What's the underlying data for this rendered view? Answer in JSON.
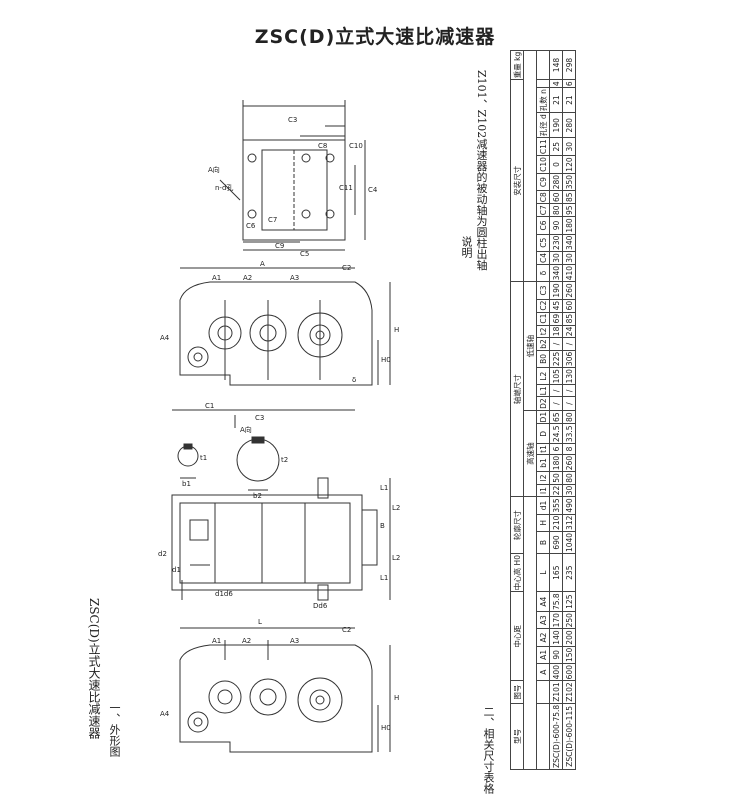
{
  "title": "ZSC(D)立式大速比减速器",
  "doc": {
    "left_heading": "ZSC(D)立式大速比减速器",
    "section1": "一、外形图",
    "section2": "二、相关尺寸表格"
  },
  "note": {
    "label": "说明",
    "text": "Z101、Z102减速器的被动轴为圆柱出轴"
  },
  "dim_labels": {
    "c3": "C3",
    "c8": "C8",
    "c10": "C10",
    "c11": "C11",
    "c4": "C4",
    "c6": "C6",
    "c7": "C7",
    "c5": "C5",
    "c9": "C9",
    "n_d": "n-d孔",
    "a_view": "A向",
    "a1": "A1",
    "a2": "A2",
    "a3": "A3",
    "a": "A",
    "a4": "A4",
    "c2": "C2",
    "h": "H",
    "h0": "H0",
    "delta": "δ",
    "c1": "C1",
    "t1": "t1",
    "b1": "b1",
    "t2": "t2",
    "b2": "b2",
    "l1": "L1",
    "l2": "L2",
    "b": "B",
    "ll": "L",
    "d1": "d1",
    "d2": "d2",
    "d1_d6": "d1d6",
    "d_d6": "Dd6"
  },
  "table": {
    "header_groups": [
      "型号",
      "图号",
      "中心距",
      "中心高 H0",
      "轮廓尺寸",
      "轴端尺寸",
      "安装尺寸",
      "重量 kg"
    ],
    "sub_groups": [
      "高速轴",
      "低速轴"
    ],
    "columns": [
      "A",
      "A1",
      "A2",
      "A3",
      "A4",
      "L",
      "B",
      "H",
      "d1",
      "l1",
      "l2",
      "b1",
      "t1",
      "D",
      "D1",
      "D2",
      "L1",
      "L2",
      "B0",
      "b2",
      "t2",
      "C1",
      "C2",
      "C3",
      "δ",
      "C4",
      "C5",
      "C6",
      "C7",
      "C8",
      "C9",
      "C10",
      "C11",
      "孔径 d",
      "孔数 n"
    ],
    "rows": [
      {
        "model": "ZSC(D)-600-75.8",
        "drawing_no": "Z101",
        "cells": [
          "400",
          "90",
          "140",
          "170",
          "75.8",
          "165",
          "690",
          "210",
          "355",
          "22",
          "50",
          "180",
          "6",
          "24.5",
          "65",
          "/",
          "/",
          "105",
          "225",
          "/",
          "18",
          "69",
          "45",
          "190",
          "340",
          "30",
          "230",
          "90",
          "80",
          "60",
          "280",
          "0",
          "25",
          "190",
          "21",
          "4",
          "148"
        ]
      },
      {
        "model": "ZSC(D)-600-115",
        "drawing_no": "Z102",
        "cells": [
          "600",
          "150",
          "200",
          "250",
          "125",
          "235",
          "1040",
          "312",
          "490",
          "30",
          "80",
          "260",
          "8",
          "33.5",
          "80",
          "/",
          "/",
          "130",
          "306",
          "/",
          "24",
          "85",
          "60",
          "260",
          "410",
          "30",
          "340",
          "180",
          "95",
          "85",
          "350",
          "120",
          "30",
          "280",
          "21",
          "6",
          "298"
        ]
      }
    ]
  }
}
